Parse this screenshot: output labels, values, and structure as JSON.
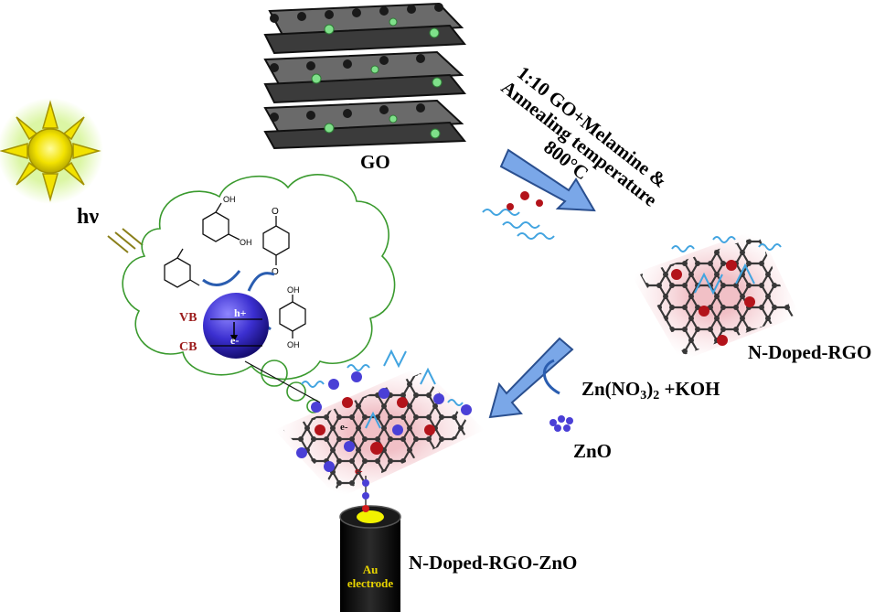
{
  "labels": {
    "go": "GO",
    "hv": "hν",
    "anneal_line1": "1:10 GO+Melamine &",
    "anneal_line2": "Annealing temperature",
    "anneal_line3": "800°C",
    "n_doped_rgo": "N-Doped-RGO",
    "zn_reagent_a": "Zn(NO",
    "zn_reagent_sub": "3",
    "zn_reagent_b": ")",
    "zn_reagent_sub2": "2",
    "zn_reagent_c": " +KOH",
    "zno": "ZnO",
    "n_doped_rgo_zno": "N-Doped-RGO-ZnO",
    "electrode_line1": "Au",
    "electrode_line2": "electrode",
    "vb": "VB",
    "cb": "CB",
    "hole": "h+",
    "electron": "e-",
    "oh": "OH"
  },
  "colors": {
    "arrow_fill": "#7aa7e8",
    "arrow_stroke": "#2a4f8f",
    "cloud_stroke": "#3a9a2e",
    "sphere": "#3b2fd0",
    "band_label": "#9b1b1b",
    "sun_core": "#f2e200",
    "graphene": "#3a3a3a",
    "n_dopant": "#b3131a",
    "wave": "#42a4e0",
    "zno": "#4a3fd6",
    "electrode_tip": "#f2f200"
  },
  "icons": [
    "sun-icon",
    "photon-rays-icon",
    "sphere-icon",
    "electrode-icon"
  ]
}
